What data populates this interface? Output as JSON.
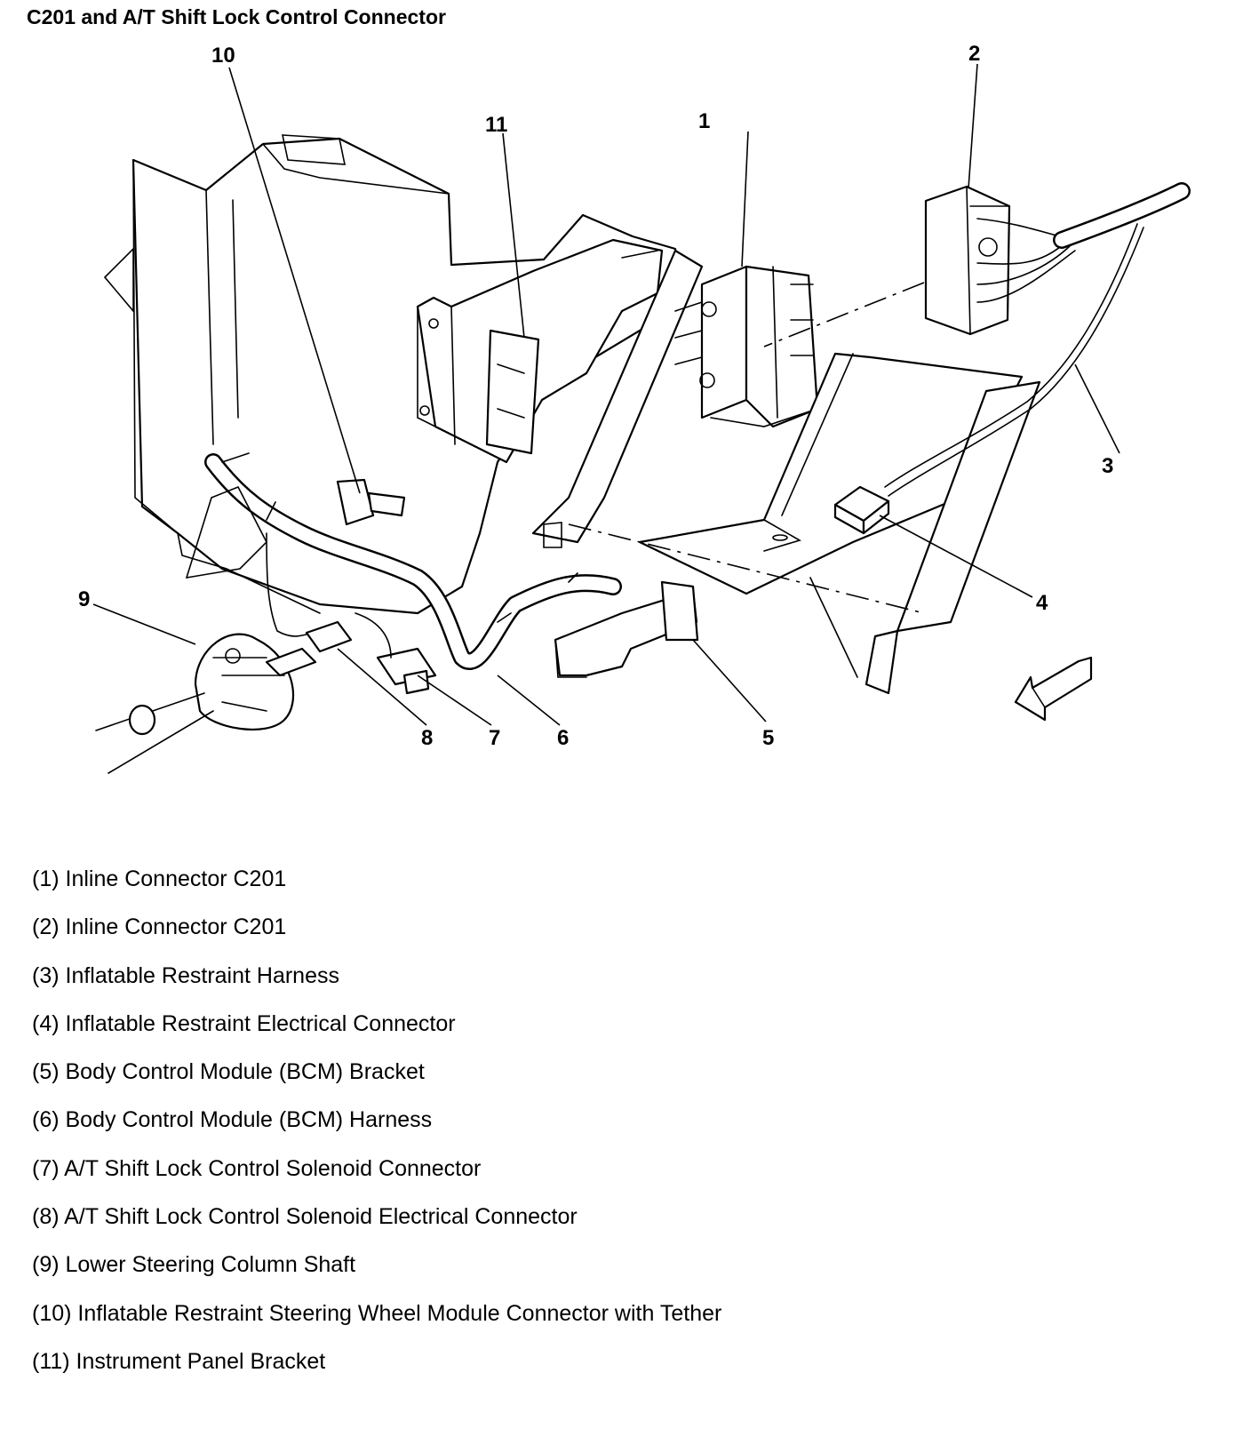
{
  "title": "C201 and A/T Shift Lock Control Connector",
  "callouts": [
    "1",
    "2",
    "3",
    "4",
    "5",
    "6",
    "7",
    "8",
    "9",
    "10",
    "11"
  ],
  "legend": [
    "(1) Inline Connector C201",
    "(2) Inline Connector C201",
    "(3) Inflatable Restraint Harness",
    "(4) Inflatable Restraint Electrical Connector",
    "(5) Body Control Module (BCM) Bracket",
    "(6) Body Control Module (BCM) Harness",
    "(7) A/T Shift Lock Control Solenoid Connector",
    "(8) A/T Shift Lock Control Solenoid Electrical Connector",
    "(9) Lower Steering Column Shaft",
    "(10) Inflatable Restraint Steering Wheel Module Connector with Tether",
    "(11) Instrument Panel Bracket"
  ]
}
